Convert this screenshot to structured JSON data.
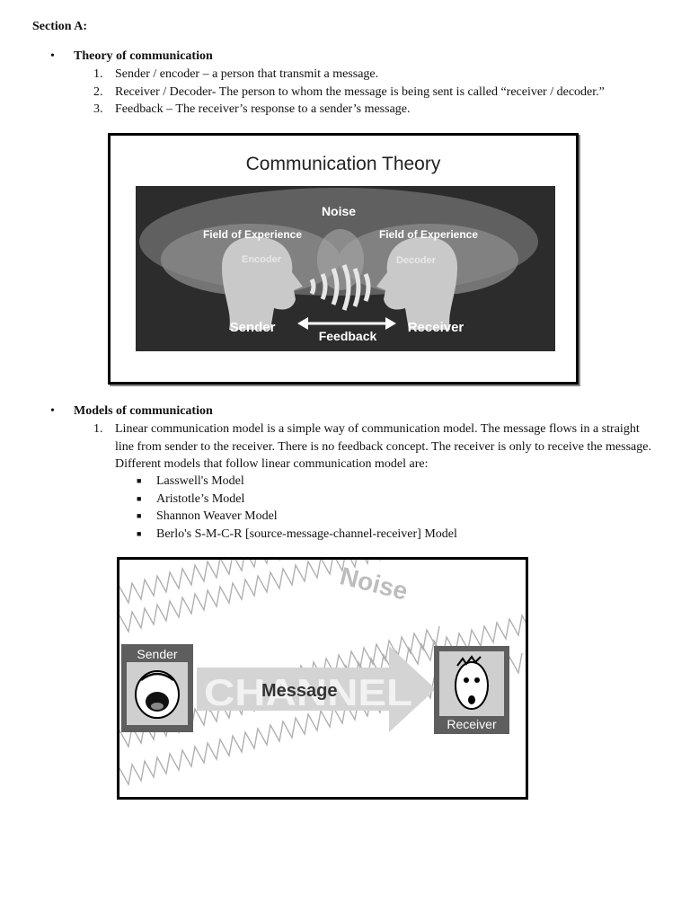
{
  "section": {
    "title": "Section A:"
  },
  "theory": {
    "heading": "Theory of communication",
    "items": [
      {
        "num": "1.",
        "text": "Sender / encoder – a person that transmit a message."
      },
      {
        "num": "2.",
        "text": "Receiver / Decoder- The person to whom the message is being sent is called “receiver / decoder.”"
      },
      {
        "num": "3.",
        "text": "Feedback – The receiver’s response to a sender’s message."
      }
    ]
  },
  "figure1": {
    "title": "Communication Theory",
    "noise": "Noise",
    "field_left": "Field of Experience",
    "field_right": "Field of Experience",
    "encoder": "Encoder",
    "decoder": "Decoder",
    "sender": "Sender",
    "receiver": "Receiver",
    "feedback": "Feedback"
  },
  "models": {
    "heading": "Models of communication",
    "item_num": "1.",
    "item_text": "Linear communication model is a simple way of communication model. The message flows in a straight line from sender to the receiver. There is no feedback concept. The receiver is only to receive the message. Different models that follow linear communication model are:",
    "sub_items": [
      "Lasswell's Model",
      "Aristotle’s Model",
      "Shannon Weaver Model",
      "Berlo's S-M-C-R [source-message-channel-receiver] Model"
    ]
  },
  "figure2": {
    "noise": "Noise",
    "sender": "Sender",
    "receiver": "Receiver",
    "channel": "CHANNEL",
    "message": "Message"
  }
}
